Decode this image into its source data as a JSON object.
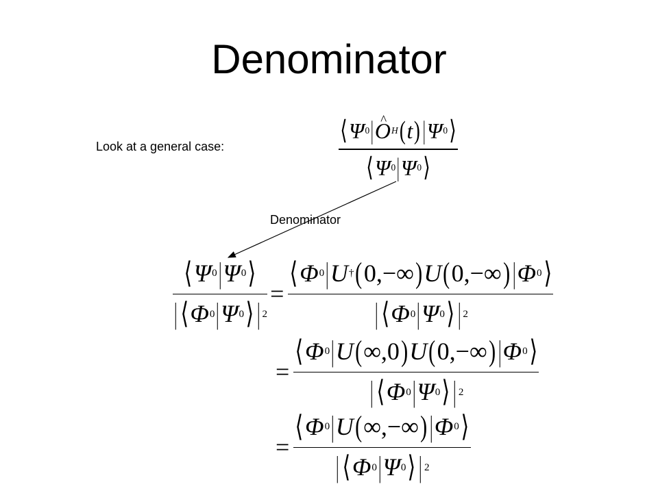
{
  "slide": {
    "title": "Denominator",
    "intro_text": "Look at a general case:",
    "arrow_label": "Denominator"
  },
  "symbols": {
    "psi": "Ψ",
    "phi": "Φ",
    "zero": "0",
    "two": "2",
    "H": "H",
    "O": "O",
    "t": "t",
    "U": "U",
    "dagger": "†",
    "equals": "=",
    "args_0_minf": "0,−∞",
    "args_inf_0": "∞,0",
    "args_inf_minf": "∞,−∞"
  }
}
